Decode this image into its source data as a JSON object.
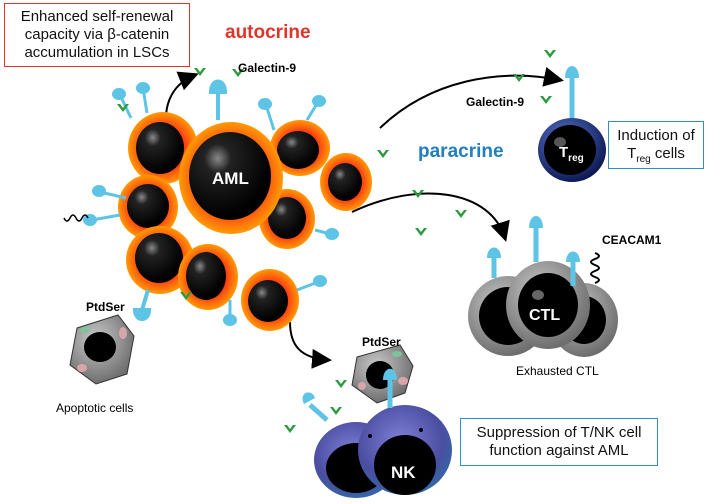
{
  "boxes": {
    "self_renewal": {
      "line1": "Enhanced self-renewal",
      "line2": "capacity via β-catenin",
      "line3": "accumulation in LSCs"
    },
    "treg_induction": {
      "line1": "Induction of",
      "line2_main": "T",
      "line2_sub": "reg",
      "line2_tail": " cells"
    },
    "suppression": {
      "line1": "Suppression of T/NK cell",
      "line2": "function against AML"
    }
  },
  "labels": {
    "autocrine": "autocrine",
    "paracrine": "paracrine",
    "galectin_top": "Galectin-9",
    "galectin_right": "Galectin-9",
    "ptdser_left": "PtdSer",
    "ptdser_right": "PtdSer",
    "ceacam1": "CEACAM1",
    "aml": "AML",
    "treg_main": "T",
    "treg_sub": "reg",
    "ctl": "CTL",
    "nk": "NK",
    "exhausted_ctl": "Exhausted CTL",
    "apoptotic_cells": "Apoptotic cells"
  },
  "colors": {
    "autocrine": "#e0342b",
    "paracrine": "#1f7fc0",
    "aml_cell": "#f0481e",
    "galectin": "#2e9a3f",
    "receptor": "#5ec4e6",
    "treg": "#1d2f7c",
    "nk": "#4a4ea0",
    "ctl": "#8a8a8a"
  }
}
